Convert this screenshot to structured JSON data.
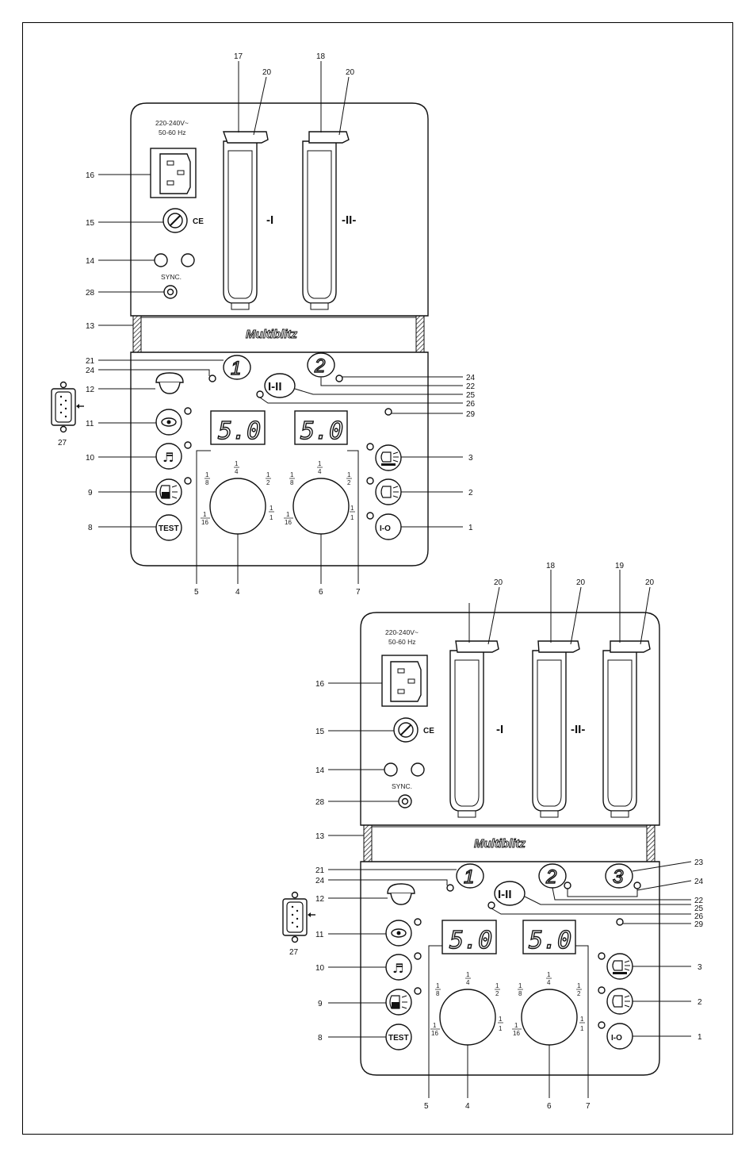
{
  "panel1": {
    "voltage": "220-240V~",
    "frequency": "50-60 Hz",
    "ce": "CE",
    "sync": "SYNC.",
    "brand": "Multiblitz",
    "channel_labels": [
      "-I",
      "-II-"
    ],
    "flash_numbers": [
      "1",
      "2"
    ],
    "combined_label": "I-II",
    "displays": [
      "5.0",
      "5.0"
    ],
    "fractions": [
      "1/8",
      "1/4",
      "1/2",
      "1/16",
      "1/1"
    ],
    "test_label": "TEST",
    "power_label": "I-O",
    "callouts_left": [
      "17",
      "20",
      "18",
      "20",
      "16",
      "15",
      "14",
      "28",
      "13",
      "21",
      "24",
      "12",
      "11",
      "10",
      "9",
      "8",
      "27"
    ],
    "callouts_right": [
      "24",
      "22",
      "25",
      "26",
      "29",
      "3",
      "2",
      "1"
    ],
    "callouts_bottom": [
      "5",
      "4",
      "6",
      "7"
    ]
  },
  "panel2": {
    "voltage": "220-240V~",
    "frequency": "50-60 Hz",
    "ce": "CE",
    "sync": "SYNC.",
    "brand": "Multiblitz",
    "channel_labels": [
      "-I",
      "-II-"
    ],
    "flash_numbers": [
      "1",
      "2",
      "3"
    ],
    "combined_label": "I-II",
    "displays": [
      "5.0",
      "5.0"
    ],
    "fractions": [
      "1/8",
      "1/4",
      "1/2",
      "1/16",
      "1/1"
    ],
    "test_label": "TEST",
    "power_label": "I-O",
    "callouts_top": [
      "20",
      "18",
      "20",
      "19",
      "20"
    ],
    "callouts_left": [
      "16",
      "15",
      "14",
      "28",
      "13",
      "21",
      "24",
      "12",
      "11",
      "10",
      "9",
      "8",
      "27"
    ],
    "callouts_right": [
      "23",
      "24",
      "22",
      "25",
      "26",
      "29",
      "3",
      "2",
      "1"
    ],
    "callouts_bottom": [
      "5",
      "4",
      "6",
      "7"
    ]
  }
}
